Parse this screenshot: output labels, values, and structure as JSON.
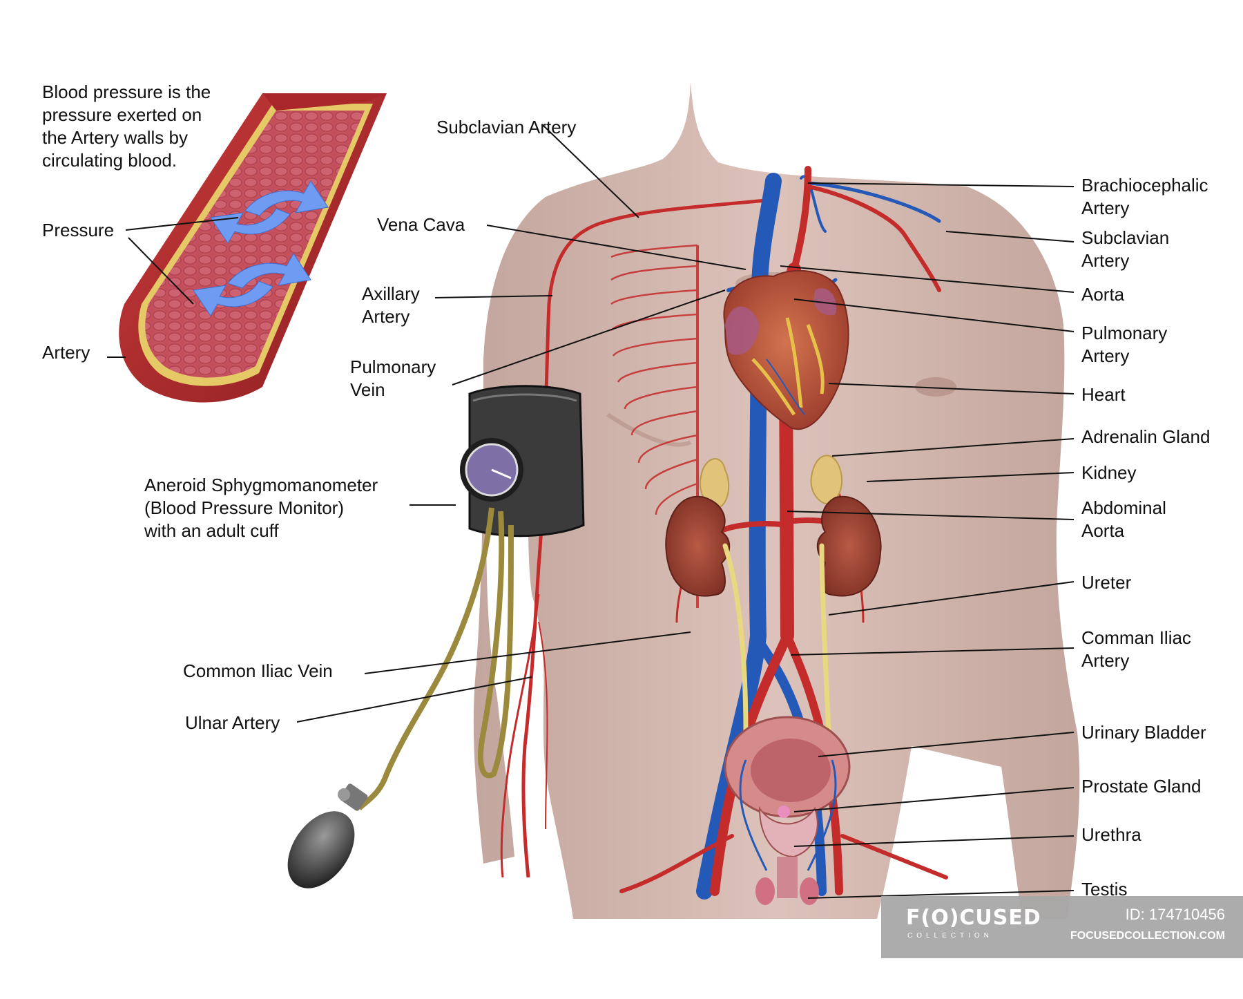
{
  "intro_text": [
    "Blood pressure is the",
    "pressure exerted on",
    "the Artery walls by",
    "circulating blood."
  ],
  "labels": {
    "pressure": "Pressure",
    "artery": "Artery",
    "subclavian_left": "Subclavian Artery",
    "vena_cava": "Vena Cava",
    "axillary": [
      "Axillary",
      "Artery"
    ],
    "pulmonary_vein": [
      "Pulmonary",
      "Vein"
    ],
    "sphygmomanometer": [
      "Aneroid Sphygmomanometer",
      "(Blood Pressure Monitor)",
      "with an adult cuff"
    ],
    "common_iliac_vein": "Common Iliac Vein",
    "ulnar_artery": "Ulnar Artery",
    "brachiocephalic": [
      "Brachiocephalic",
      "Artery"
    ],
    "subclavian_right": [
      "Subclavian",
      "Artery"
    ],
    "aorta": "Aorta",
    "pulmonary_artery": [
      "Pulmonary",
      "Artery"
    ],
    "heart": "Heart",
    "adrenalin": "Adrenalin Gland",
    "kidney": "Kidney",
    "abdominal_aorta": [
      "Abdominal",
      "Aorta"
    ],
    "ureter": "Ureter",
    "common_iliac_artery": [
      "Comman Iliac",
      "Artery"
    ],
    "bladder": "Urinary Bladder",
    "prostate": "Prostate Gland",
    "urethra": "Urethra",
    "testis": "Testis"
  },
  "watermark": {
    "brand": "F(O)CUSED",
    "brand_sub": "COLLECTION",
    "id": "ID: 174710456",
    "site": "FOCUSEDCOLLECTION.COM"
  },
  "colors": {
    "artery": "#c42b2b",
    "vein": "#2459b8",
    "skin": "#c9a99f",
    "leader": "#111111",
    "arrow": "#6f9cf2"
  }
}
